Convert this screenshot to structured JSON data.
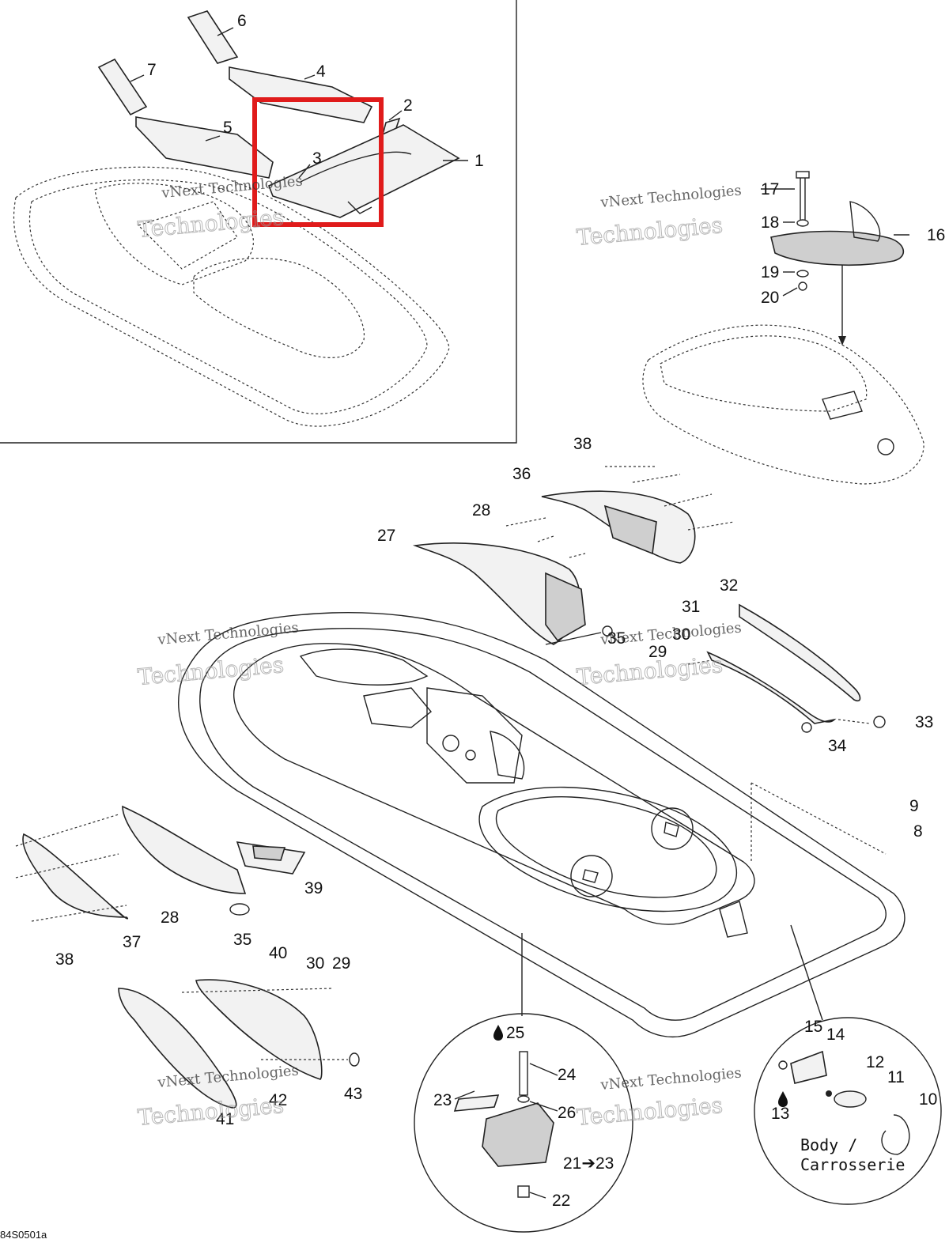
{
  "callouts": [
    "1",
    "2",
    "3",
    "4",
    "5",
    "6",
    "7",
    "8",
    "9",
    "10",
    "11",
    "12",
    "13",
    "14",
    "15",
    "16",
    "17",
    "18",
    "19",
    "20",
    "21",
    "22",
    "23",
    "24",
    "25",
    "26",
    "27",
    "28",
    "29",
    "30",
    "31",
    "32",
    "33",
    "34",
    "35",
    "36",
    "37",
    "38",
    "39",
    "40",
    "41",
    "42",
    "43"
  ],
  "callouts_repeat": {
    "c28b": "28",
    "c29b": "29",
    "c30b": "30",
    "c35b": "35",
    "c38b": "38"
  },
  "ref_21_23": "21➔23",
  "drop_label_25": "25",
  "drop_label_13": "13",
  "body_label": "Body /",
  "body_label_fr": "Carrosserie",
  "drawing_code": "84S0501a",
  "watermark": {
    "line1": "vNext Technologies",
    "line2": "Technologies"
  },
  "highlight_color": "#e01b1b"
}
